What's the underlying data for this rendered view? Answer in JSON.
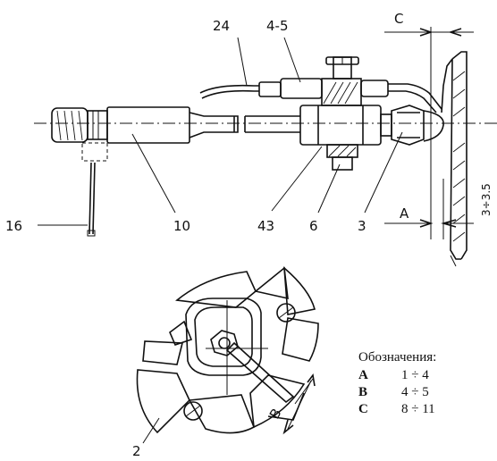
{
  "labels": {
    "l24": "24",
    "l45": "4-5",
    "lC": "C",
    "l16": "16",
    "l10": "10",
    "l43": "43",
    "l6": "6",
    "l3": "3",
    "lA": "A",
    "dim": "3÷3.5",
    "l2": "2",
    "lB": "B"
  },
  "legend": {
    "title": "Обозначения:",
    "rows": [
      {
        "key": "A",
        "value": "1 ÷ 4"
      },
      {
        "key": "B",
        "value": "4 ÷ 5"
      },
      {
        "key": "C",
        "value": "8 ÷ 11"
      }
    ]
  }
}
